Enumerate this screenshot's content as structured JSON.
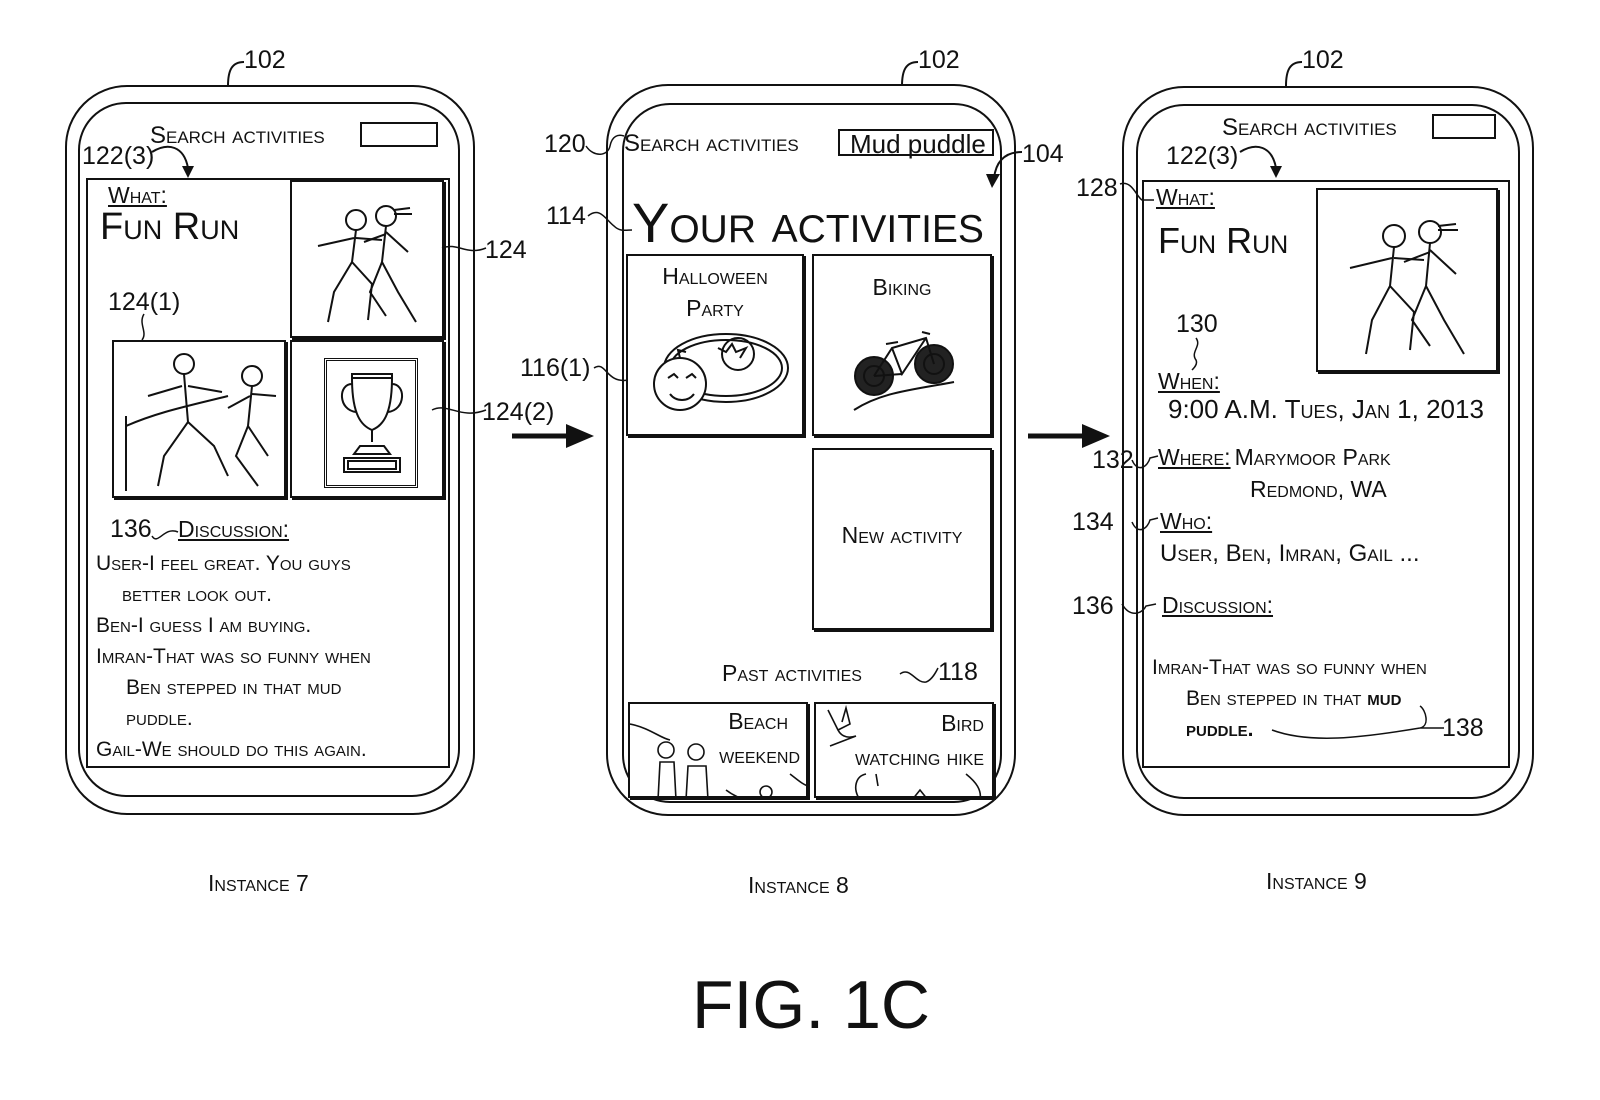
{
  "figure_label": "FIG. 1C",
  "instances": [
    {
      "label": "Instance 7",
      "device_ref": "102",
      "search_label": "Search activities",
      "search_value": "",
      "ref_card": "122(3)",
      "ref_photo_main": "124",
      "ref_photo_1": "124(1)",
      "ref_photo_2": "124(2)",
      "what_label": "What:",
      "what_value": "Fun Run",
      "ref_discussion": "136",
      "discussion_label": "Discussion:",
      "discussion": [
        {
          "line": "User-I feel great.  You guys",
          "cont": "better look out."
        },
        {
          "line": "Ben-I guess I am buying.",
          "cont": ""
        },
        {
          "line": "Imran-That was so funny when",
          "cont": "Ben stepped in that mud",
          "cont2": "puddle."
        },
        {
          "line": "Gail-We should do this again.",
          "cont": ""
        }
      ],
      "icons": [
        "runners-photo",
        "finish-line-photo",
        "trophy-photo"
      ]
    },
    {
      "label": "Instance 8",
      "device_ref": "102",
      "ref_search": "120",
      "search_label": "Search activities",
      "search_value": "Mud puddle",
      "ref_screen": "104",
      "ref_title": "114",
      "title": "Your activities",
      "ref_tile": "116(1)",
      "tiles": [
        {
          "label": "Halloween Party",
          "icon": "halloween-icon"
        },
        {
          "label": "Biking",
          "icon": "bicycle-icon"
        },
        {
          "label": "New activity",
          "icon": ""
        }
      ],
      "past_label": "Past activities",
      "ref_past": "118",
      "past_tiles": [
        {
          "label_1": "Beach",
          "label_2": "weekend",
          "icon": "beach-people-icon"
        },
        {
          "label_1": "Bird",
          "label_2": "watching hike",
          "icon": "bird-icon"
        }
      ]
    },
    {
      "label": "Instance 9",
      "device_ref": "102",
      "search_label": "Search activities",
      "search_value": "",
      "ref_card": "122(3)",
      "ref_what": "128",
      "what_label": "What:",
      "what_value": "Fun Run",
      "ref_when": "130",
      "when_label": "When:",
      "when_value": "9:00 A.M. Tues, Jan 1, 2013",
      "ref_where": "132",
      "where_label": "Where:",
      "where_line1": "Marymoor Park",
      "where_line2": "Redmond, WA",
      "ref_who": "134",
      "who_label": "Who:",
      "who_value": "User, Ben, Imran, Gail ...",
      "ref_discussion": "136",
      "discussion_label": "Discussion:",
      "discussion_line1": "Imran-That was so funny when",
      "discussion_line2_pre": "Ben stepped in that ",
      "discussion_highlight_1": "mud",
      "discussion_highlight_2": "puddle.",
      "ref_highlight": "138"
    }
  ]
}
